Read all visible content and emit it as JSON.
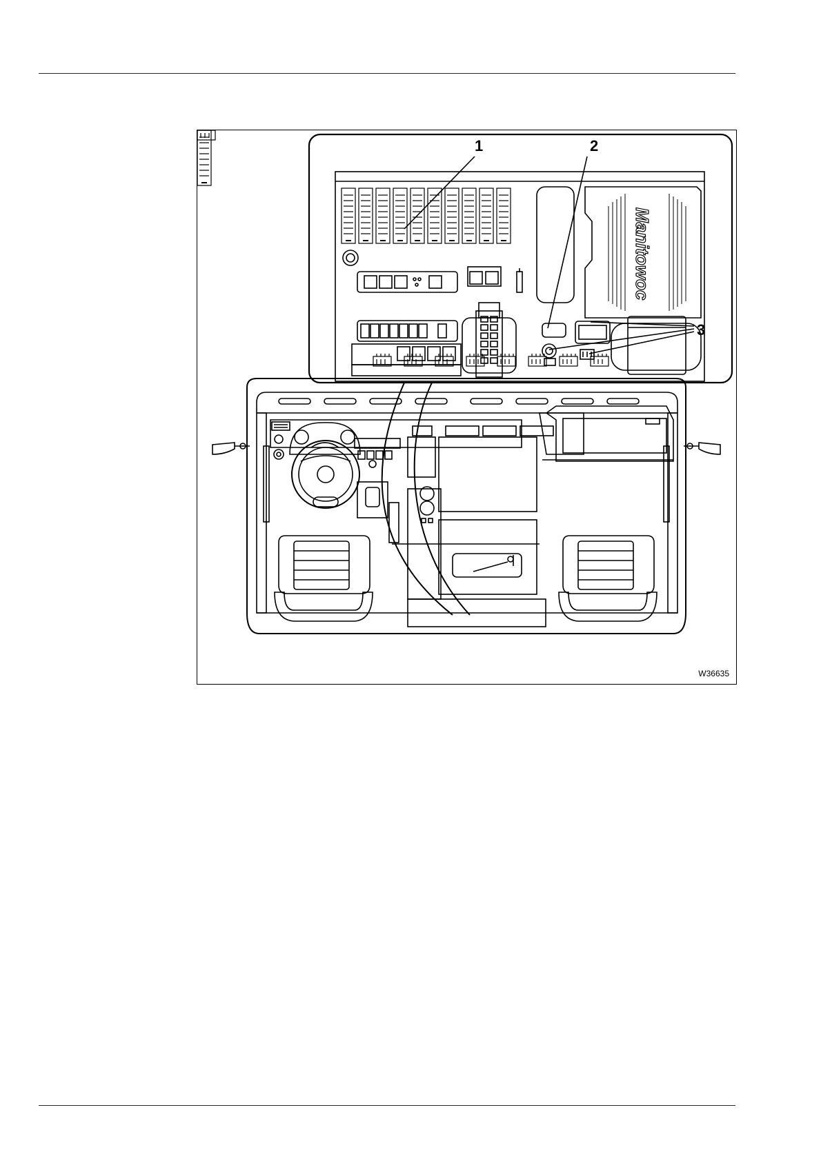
{
  "figure": {
    "code": "W36635",
    "logo_text": "Manitowoc",
    "callouts": [
      "1",
      "2",
      "3"
    ]
  }
}
